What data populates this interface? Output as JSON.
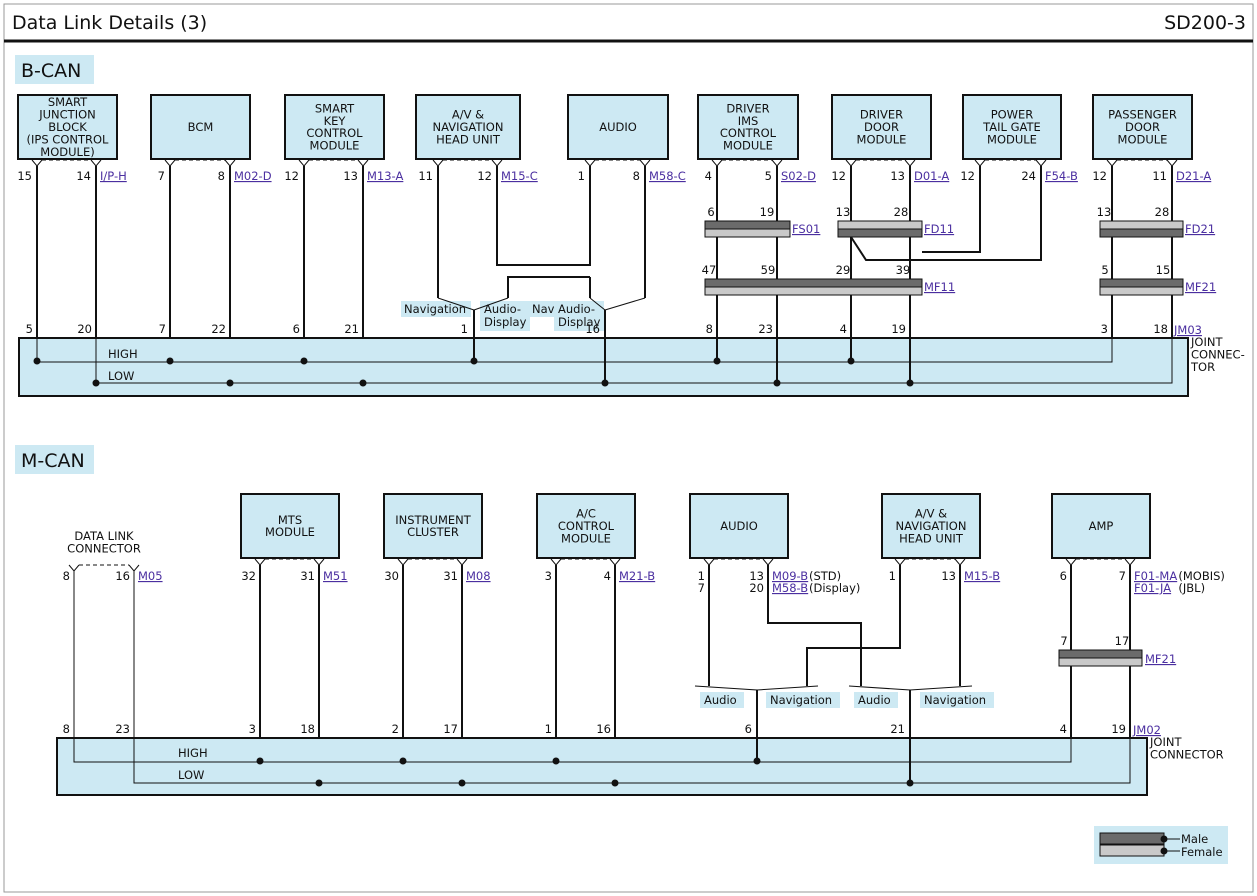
{
  "header": {
    "title": "Data Link Details (3)",
    "code": "SD200-3"
  },
  "bcan": {
    "label": "B-CAN",
    "modules": [
      {
        "lines": [
          "SMART",
          "JUNCTION",
          "BLOCK",
          "(IPS CONTROL",
          "MODULE)"
        ],
        "pinL": "15",
        "pinR": "14",
        "conn": "I/P-H"
      },
      {
        "lines": [
          "BCM"
        ],
        "pinL": "7",
        "pinR": "8",
        "conn": "M02-D"
      },
      {
        "lines": [
          "SMART",
          "KEY",
          "CONTROL",
          "MODULE"
        ],
        "pinL": "12",
        "pinR": "13",
        "conn": "M13-A"
      },
      {
        "lines": [
          "A/V &",
          "NAVIGATION",
          "HEAD UNIT"
        ],
        "pinL": "11",
        "pinR": "12",
        "conn": "M15-C"
      },
      {
        "lines": [
          "AUDIO"
        ],
        "pinL": "1",
        "pinR": "8",
        "conn": "M58-C"
      },
      {
        "lines": [
          "DRIVER",
          "IMS",
          "CONTROL",
          "MODULE"
        ],
        "pinL": "4",
        "pinR": "5",
        "conn": "S02-D"
      },
      {
        "lines": [
          "DRIVER",
          "DOOR",
          "MODULE"
        ],
        "pinL": "12",
        "pinR": "13",
        "conn": "D01-A"
      },
      {
        "lines": [
          "POWER",
          "TAIL GATE",
          "MODULE"
        ],
        "pinL": "12",
        "pinR": "24",
        "conn": "F54-B"
      },
      {
        "lines": [
          "PASSENGER",
          "DOOR",
          "MODULE"
        ],
        "pinL": "12",
        "pinR": "11",
        "conn": "D21-A"
      }
    ],
    "inline": [
      {
        "name": "FS01",
        "pinL": "6",
        "pinR": "19"
      },
      {
        "name": "FD11",
        "pinL": "13",
        "pinR": "28"
      },
      {
        "name": "FD21",
        "pinL": "13",
        "pinR": "28"
      },
      {
        "name": "MF11",
        "pins": [
          "47",
          "59",
          "29",
          "39"
        ]
      },
      {
        "name": "MF21",
        "pinL": "5",
        "pinR": "15"
      }
    ],
    "branches": [
      {
        "left": "Navigation",
        "right": [
          "Audio-",
          "Display"
        ],
        "pin": "1"
      },
      {
        "left": "Navigation",
        "right": [
          "Audio-",
          "Display"
        ],
        "pin": "16"
      }
    ],
    "joint_pins": [
      "5",
      "20",
      "7",
      "22",
      "6",
      "21",
      "8",
      "23",
      "4",
      "19",
      "3",
      "18"
    ],
    "joint": {
      "name": "JM03",
      "lines": [
        "JOINT",
        "CONNEC-",
        "TOR"
      ],
      "high": "HIGH",
      "low": "LOW"
    }
  },
  "mcan": {
    "label": "M-CAN",
    "dlc": {
      "lines": [
        "DATA LINK",
        "CONNECTOR"
      ],
      "pinL": "8",
      "pinR": "16",
      "conn": "M05"
    },
    "modules": [
      {
        "lines": [
          "MTS",
          "MODULE"
        ],
        "pinL": "32",
        "pinR": "31",
        "conn": "M51"
      },
      {
        "lines": [
          "INSTRUMENT",
          "CLUSTER"
        ],
        "pinL": "30",
        "pinR": "31",
        "conn": "M08"
      },
      {
        "lines": [
          "A/C",
          "CONTROL",
          "MODULE"
        ],
        "pinL": "3",
        "pinR": "4",
        "conn": "M21-B"
      },
      {
        "lines": [
          "AUDIO"
        ],
        "pinL": "1",
        "pinL2": "7",
        "pinR": "13",
        "pinR2": "20",
        "conn": "M09-B",
        "conn_note": "(STD)",
        "conn2": "M58-B",
        "conn2_note": "(Display)"
      },
      {
        "lines": [
          "A/V &",
          "NAVIGATION",
          "HEAD UNIT"
        ],
        "pinL": "1",
        "pinR": "13",
        "conn": "M15-B"
      },
      {
        "lines": [
          "AMP"
        ],
        "pinL": "6",
        "pinR": "7",
        "conn": "F01-MA",
        "conn_note": "(MOBIS)",
        "conn2": "F01-JA",
        "conn2_note": "(JBL)"
      }
    ],
    "inline": [
      {
        "name": "MF21",
        "pinL": "7",
        "pinR": "17"
      }
    ],
    "branches": [
      {
        "left": "Audio",
        "right": "Navigation",
        "pin": "6"
      },
      {
        "left": "Audio",
        "right": "Navigation",
        "pin": "21"
      }
    ],
    "joint_pins": [
      "8",
      "23",
      "3",
      "18",
      "2",
      "17",
      "1",
      "16",
      "4",
      "19"
    ],
    "joint": {
      "name": "JM02",
      "lines": [
        "JOINT",
        "CONNECTOR"
      ],
      "high": "HIGH",
      "low": "LOW"
    }
  },
  "legend": {
    "male": "Male",
    "female": "Female"
  }
}
